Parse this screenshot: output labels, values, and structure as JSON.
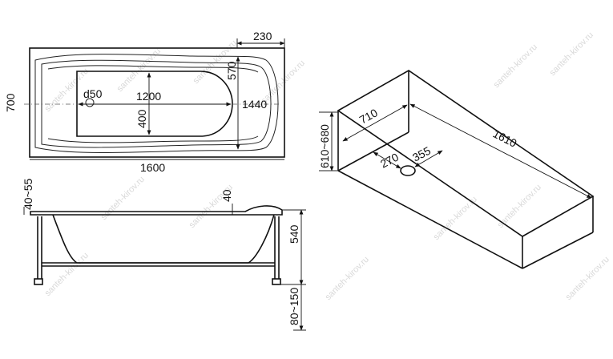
{
  "top_view": {
    "width": "1600",
    "depth": "700",
    "bowl_length": "1200",
    "bowl_width": "400",
    "inner_length": "1440",
    "head_depth": "570",
    "head_offset": "230",
    "drain": "d50"
  },
  "side_view": {
    "rim": "40~55",
    "rim_step": "40",
    "height": "540",
    "legs": "80~150"
  },
  "iso_view": {
    "length": "1610",
    "width": "710",
    "height": "610~680",
    "drain_x": "270",
    "drain_y": "355"
  },
  "watermark": "santeh-kirov.ru"
}
